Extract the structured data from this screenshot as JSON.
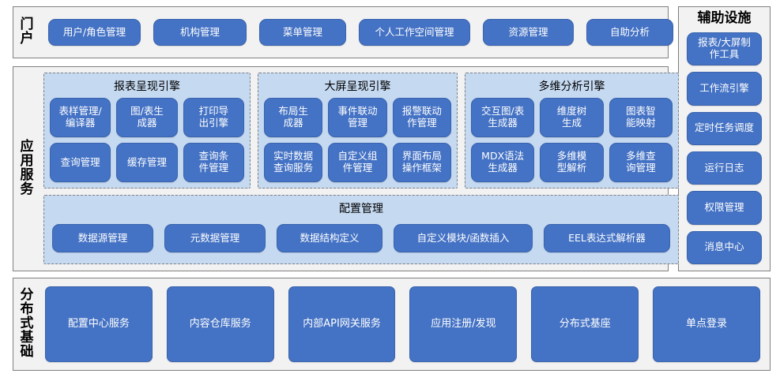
{
  "portal": {
    "label": "门户",
    "items": [
      {
        "label": "用户/角色管理",
        "width": 117
      },
      {
        "label": "机构管理",
        "width": 118
      },
      {
        "label": "菜单管理",
        "width": 110
      },
      {
        "label": "个人工作空间管理",
        "width": 141
      },
      {
        "label": "资源管理",
        "width": 115
      },
      {
        "label": "自助分析",
        "width": 110
      }
    ]
  },
  "aux": {
    "label": "辅助设施",
    "items": [
      {
        "label": "报表/大屏制\n作工具"
      },
      {
        "label": "工作流引擎"
      },
      {
        "label": "定时任务调度"
      },
      {
        "label": "运行日志"
      },
      {
        "label": "权限管理"
      },
      {
        "label": "消息中心"
      }
    ]
  },
  "app_services": {
    "label": "应用服务",
    "engines": [
      {
        "title": "报表呈现引擎",
        "items": [
          {
            "label": "表样管理/\n编译器"
          },
          {
            "label": "图/表生\n成器"
          },
          {
            "label": "打印导\n出引擎"
          },
          {
            "label": "查询管理"
          },
          {
            "label": "缓存管理"
          },
          {
            "label": "查询条\n件管理"
          }
        ]
      },
      {
        "title": "大屏呈现引擎",
        "items": [
          {
            "label": "布局生\n成器"
          },
          {
            "label": "事件联动\n管理"
          },
          {
            "label": "报警联动\n作管理"
          },
          {
            "label": "实时数据\n查询服务"
          },
          {
            "label": "自定义组\n件管理"
          },
          {
            "label": "界面布局\n操作框架"
          }
        ]
      },
      {
        "title": "多维分析引擎",
        "items": [
          {
            "label": "交互图/表\n生成器"
          },
          {
            "label": "维度树\n生成"
          },
          {
            "label": "图表智\n能映射"
          },
          {
            "label": "MDX语法\n生成器"
          },
          {
            "label": "多维模\n型解析"
          },
          {
            "label": "多维查\n询管理"
          }
        ]
      }
    ],
    "config": {
      "title": "配置管理",
      "items": [
        {
          "label": "数据源管理",
          "width": 128
        },
        {
          "label": "元数据管理",
          "width": 128
        },
        {
          "label": "数据结构定义",
          "width": 134
        },
        {
          "label": "自定义模块/函数插入",
          "width": 176
        },
        {
          "label": "EEL表达式解析器",
          "width": 160
        }
      ]
    }
  },
  "distributed": {
    "label": "分布式基础",
    "items": [
      {
        "label": "配置中心服务"
      },
      {
        "label": "内容仓库服务"
      },
      {
        "label": "内部API网关服务"
      },
      {
        "label": "应用注册/发现"
      },
      {
        "label": "分布式基座"
      },
      {
        "label": "单点登录"
      }
    ]
  },
  "colors": {
    "button": "#4472C4",
    "group_bg": "#C5D9F1",
    "panel_bg": "#F2F2F2",
    "panel_border": "#808080"
  }
}
